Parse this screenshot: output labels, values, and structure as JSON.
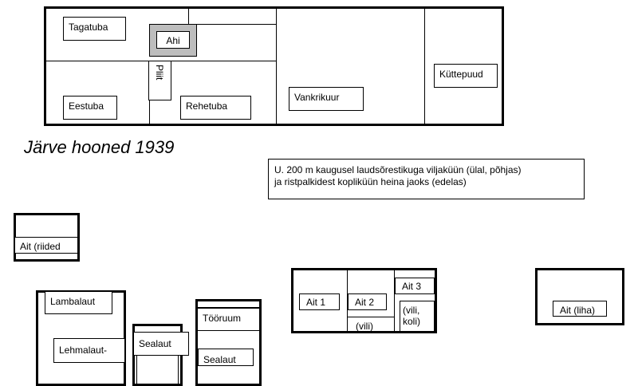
{
  "title": "Järve hooned 1939",
  "note": {
    "line1": "U. 200 m kaugusel laudsõrestikuga viljaküün (ülal, põhjas)",
    "line2": "ja ristpalkidest kopliküün heina jaoks (edelas)"
  },
  "main_building": {
    "rooms": {
      "tagatuba": "Tagatuba",
      "ahi": "Ahi",
      "pliit": "Pliit",
      "eestuba": "Eestuba",
      "rehetuba": "Rehetuba",
      "vankrikuur": "Vankrikuur",
      "kuttepuud": "Küttepuud"
    }
  },
  "outbuildings": {
    "ait_riided": "Ait (riided",
    "lambalaut": "Lambalaut",
    "lehmalaut": "Lehmalaut-",
    "sealaut_1": "Sealaut",
    "tooruum": "Tööruum",
    "sealaut_2": "Sealaut",
    "ait_1": "Ait 1",
    "ait_2": "Ait 2",
    "ait_2_sub": "(vili)",
    "ait_3": "Ait 3",
    "ait_3_sub_1": "(vili,",
    "ait_3_sub_2": "koli)",
    "ait_liha": "Ait (liha)"
  }
}
